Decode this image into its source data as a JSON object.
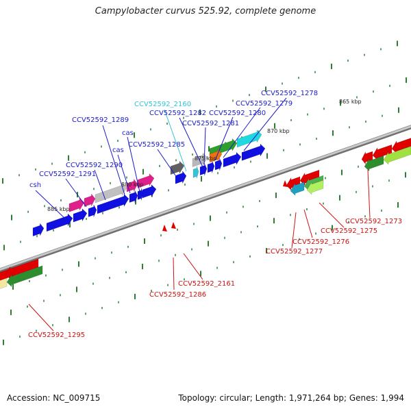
{
  "title": "Campylobacter curvus 525.92, complete genome",
  "footer": {
    "accession": "Accession: NC_009715",
    "summary": "Topology: circular; Length: 1,971,264 bp; Genes: 1,994"
  },
  "colors": {
    "backbone": "#8a8a8a",
    "tick": "#2e7d32",
    "label_forward": "#1a1acc",
    "label_reverse": "#cc1111",
    "label_rna": "#33c4d8"
  },
  "scale": {
    "labels": [
      "865 kbp",
      "870 kbp",
      "875 kbp",
      "880 kbp",
      "885 kbp"
    ]
  },
  "forward_labels": [
    "CCV52592_1278",
    "CCV52592_1279",
    "CCV52592_1280",
    "CCV52592_1281",
    "CCV52592_1282",
    "CCV52592_1285",
    "cas",
    "cas",
    "CCV52592_1289",
    "CCV52592_1290",
    "CCV52592_1291",
    "csh"
  ],
  "rna_labels": [
    "CCV52592_2160"
  ],
  "reverse_labels": [
    "CCV52592_1273",
    "CCV52592_1275",
    "CCV52592_1276",
    "CCV52592_1277",
    "CCV52592_2161",
    "CCV52592_1286",
    "CCV52592_1295"
  ]
}
